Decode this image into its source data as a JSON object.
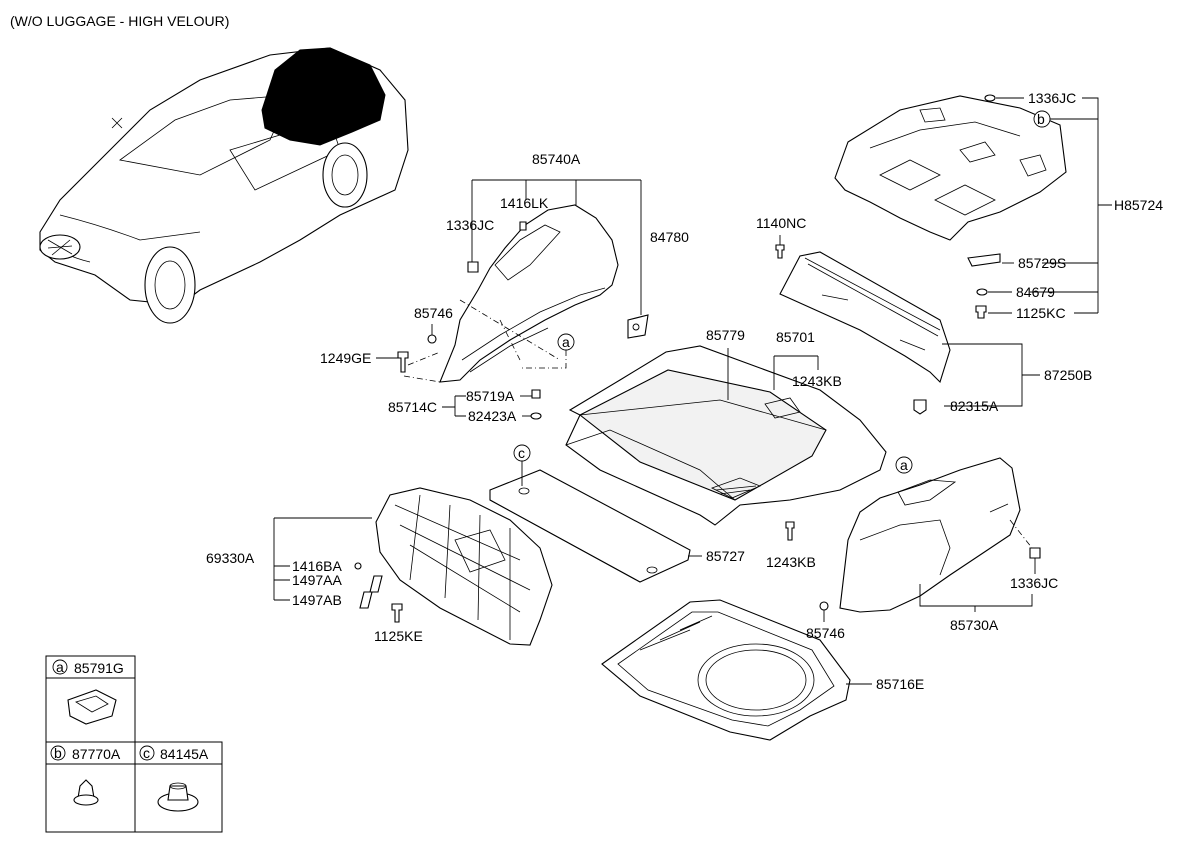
{
  "title": "(W/O LUGGAGE - HIGH VELOUR)",
  "labels": {
    "p85740A": "85740A",
    "p1416LK": "1416LK",
    "p1336JC_left": "1336JC",
    "p84780": "84780",
    "p85746_left": "85746",
    "p1249GE": "1249GE",
    "p85719A": "85719A",
    "p85714C": "85714C",
    "p82423A": "82423A",
    "p1140NC": "1140NC",
    "p1336JC_top": "1336JC",
    "pH85724": "H85724",
    "p85729S": "85729S",
    "p84679": "84679",
    "p1125KC": "1125KC",
    "p87250B": "87250B",
    "p82315A": "82315A",
    "p85779": "85779",
    "p85701": "85701",
    "p1243KB_top": "1243KB",
    "p1243KB_bottom": "1243KB",
    "p85727": "85727",
    "p69330A": "69330A",
    "p1416BA": "1416BA",
    "p1497AA": "1497AA",
    "p1497AB": "1497AB",
    "p1125KE": "1125KE",
    "p85716E": "85716E",
    "p85746_right": "85746",
    "p85730A": "85730A",
    "p1336JC_right": "1336JC"
  },
  "callouts": {
    "a": "a",
    "b": "b",
    "c": "c"
  },
  "legend": {
    "a": {
      "letter": "a",
      "part": "85791G"
    },
    "b": {
      "letter": "b",
      "part": "87770A"
    },
    "c": {
      "letter": "c",
      "part": "84145A"
    }
  }
}
